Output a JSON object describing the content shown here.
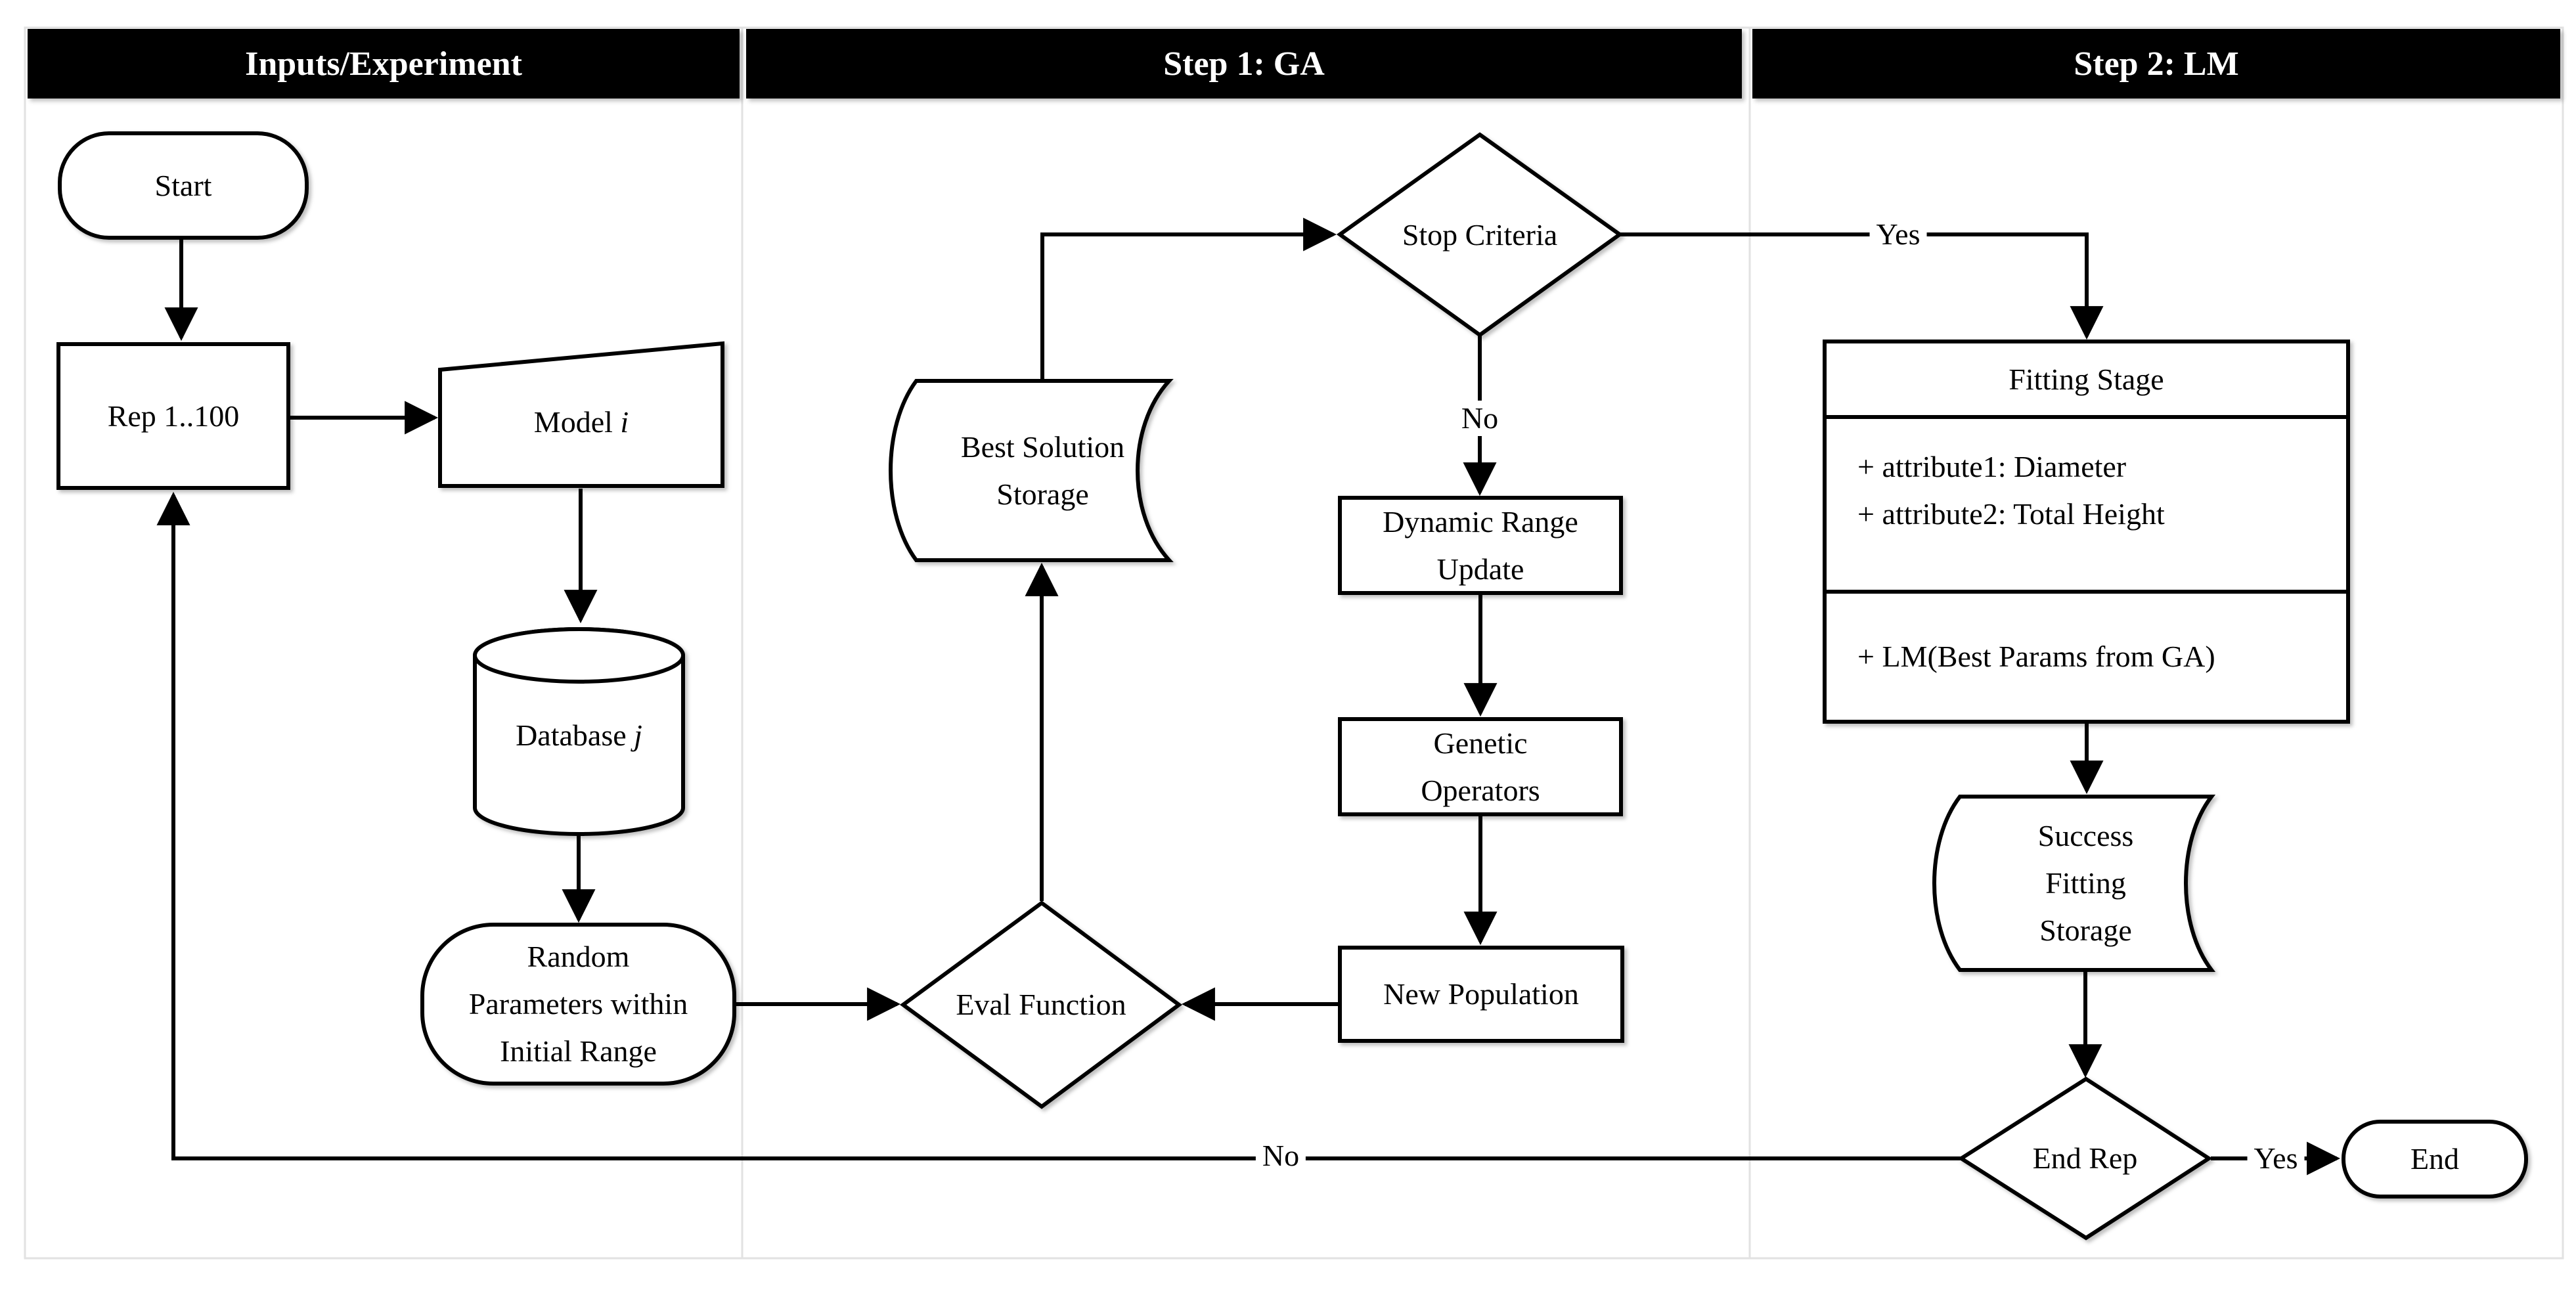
{
  "diagram": {
    "lanes": [
      {
        "title": "Inputs/Experiment"
      },
      {
        "title": "Step 1: GA"
      },
      {
        "title": "Step 2: LM"
      }
    ],
    "nodes": {
      "start": {
        "label": "Start"
      },
      "rep": {
        "label": "Rep 1..100"
      },
      "model": {
        "label": "Model ",
        "label_italic": "i"
      },
      "database": {
        "label": "Database ",
        "label_italic": "j"
      },
      "random_params": {
        "lines": [
          "Random",
          "Parameters within",
          "Initial Range"
        ]
      },
      "eval_function": {
        "label": "Eval Function"
      },
      "best_solution": {
        "lines": [
          "Best Solution",
          "Storage"
        ]
      },
      "stop_criteria": {
        "label": "Stop Criteria"
      },
      "dynamic_range": {
        "lines": [
          "Dynamic Range",
          "Update"
        ]
      },
      "genetic_operators": {
        "lines": [
          "Genetic",
          "Operators"
        ]
      },
      "new_population": {
        "label": "New Population"
      },
      "fitting_stage": {
        "title": "Fitting Stage",
        "attributes": [
          "+ attribute1: Diameter",
          "+ attribute2: Total Height"
        ],
        "methods": [
          "+ LM(Best Params from GA)"
        ]
      },
      "success_fitting": {
        "lines": [
          "Success",
          "Fitting",
          "Storage"
        ]
      },
      "end_rep": {
        "label": "End Rep"
      },
      "end": {
        "label": "End"
      }
    },
    "edge_labels": {
      "stop_yes": "Yes",
      "stop_no": "No",
      "end_rep_yes": "Yes",
      "end_rep_no": "No"
    },
    "colors": {
      "header_bg": "#000000",
      "header_text": "#ffffff",
      "stroke": "#000000",
      "lane_border": "#e2e2e2",
      "background": "#ffffff"
    }
  }
}
